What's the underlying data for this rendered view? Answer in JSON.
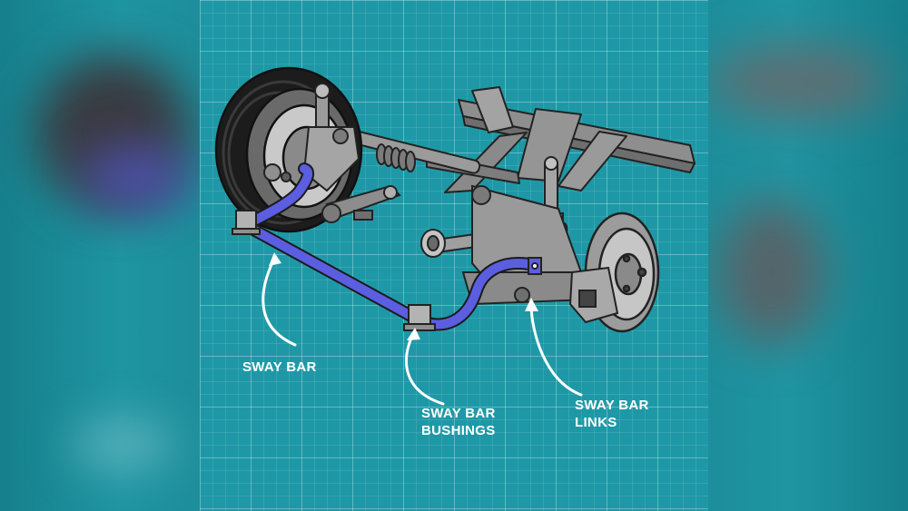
{
  "labels": {
    "sway_bar": "SWAY BAR",
    "bushings": {
      "line1": "SWAY BAR",
      "line2": "BUSHINGS"
    },
    "links": {
      "line1": "SWAY BAR",
      "line2": "LINKS"
    }
  },
  "colors": {
    "background": "#1e98a6",
    "sway_bar": "#5b5ee0",
    "metal": "#9a9a9a",
    "tire": "#1c1c1c",
    "label": "#ffffff"
  }
}
